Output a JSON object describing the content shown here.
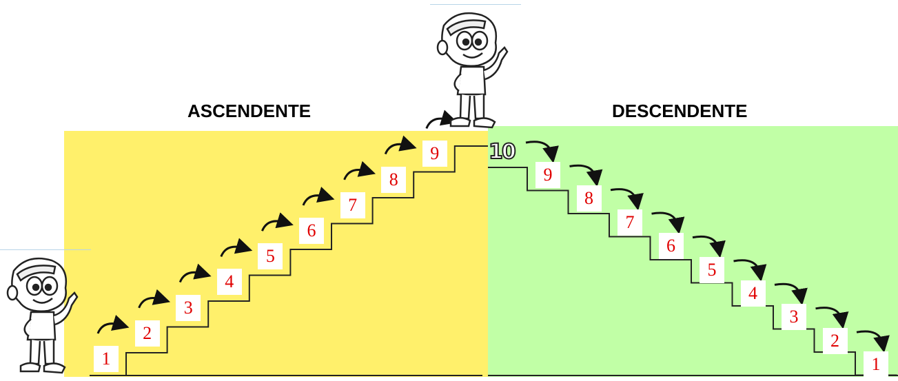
{
  "titles": {
    "ascending": "ASCENDENTE",
    "descending": "DESCENDENTE"
  },
  "top_step_label": "10",
  "ascending_steps": [
    "1",
    "2",
    "3",
    "4",
    "5",
    "6",
    "7",
    "8",
    "9"
  ],
  "descending_steps": [
    "9",
    "8",
    "7",
    "6",
    "5",
    "4",
    "3",
    "2",
    "1"
  ],
  "colors": {
    "ascending_panel": "#fff06b",
    "descending_panel": "#c1ffa6",
    "step_number": "#e00000",
    "stair_line": "#222222"
  },
  "figures": [
    "boy-thumbs-up-bottom",
    "boy-thumbs-up-top"
  ]
}
